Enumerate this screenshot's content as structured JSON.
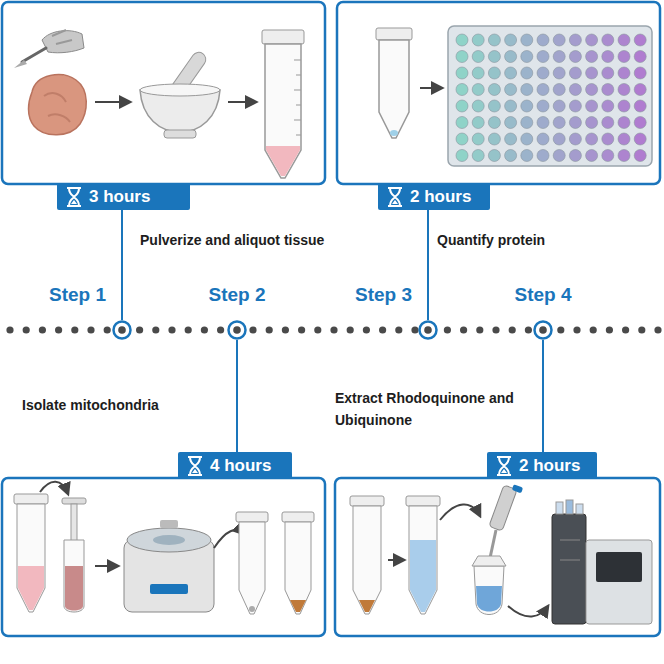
{
  "diagram": {
    "nodes": [
      {
        "text": [
          "3 hours"
        ]
      },
      {
        "text": [
          "2 hours"
        ]
      },
      {
        "text": [
          "Step 1"
        ]
      },
      {
        "text": [
          "Step 2"
        ]
      },
      {
        "text": [
          "Step 3"
        ]
      },
      {
        "text": [
          "Step 4"
        ]
      },
      {
        "text": [
          "4 hours"
        ]
      },
      {
        "text": [
          "2 hours"
        ]
      }
    ],
    "edges": [
      {
        "from": 0,
        "to": 2,
        "arrow": "none"
      },
      {
        "from": 1,
        "to": 4,
        "arrow": "none"
      },
      {
        "from": 3,
        "to": 6,
        "arrow": "none"
      },
      {
        "from": 5,
        "to": 7,
        "arrow": "none"
      }
    ],
    "labels": [
      "Pulverize and aliquot tissue",
      "Quantify protein",
      "Isolate mitochondria",
      "Extract Rhodoquinone and Ubiquinone"
    ]
  }
}
